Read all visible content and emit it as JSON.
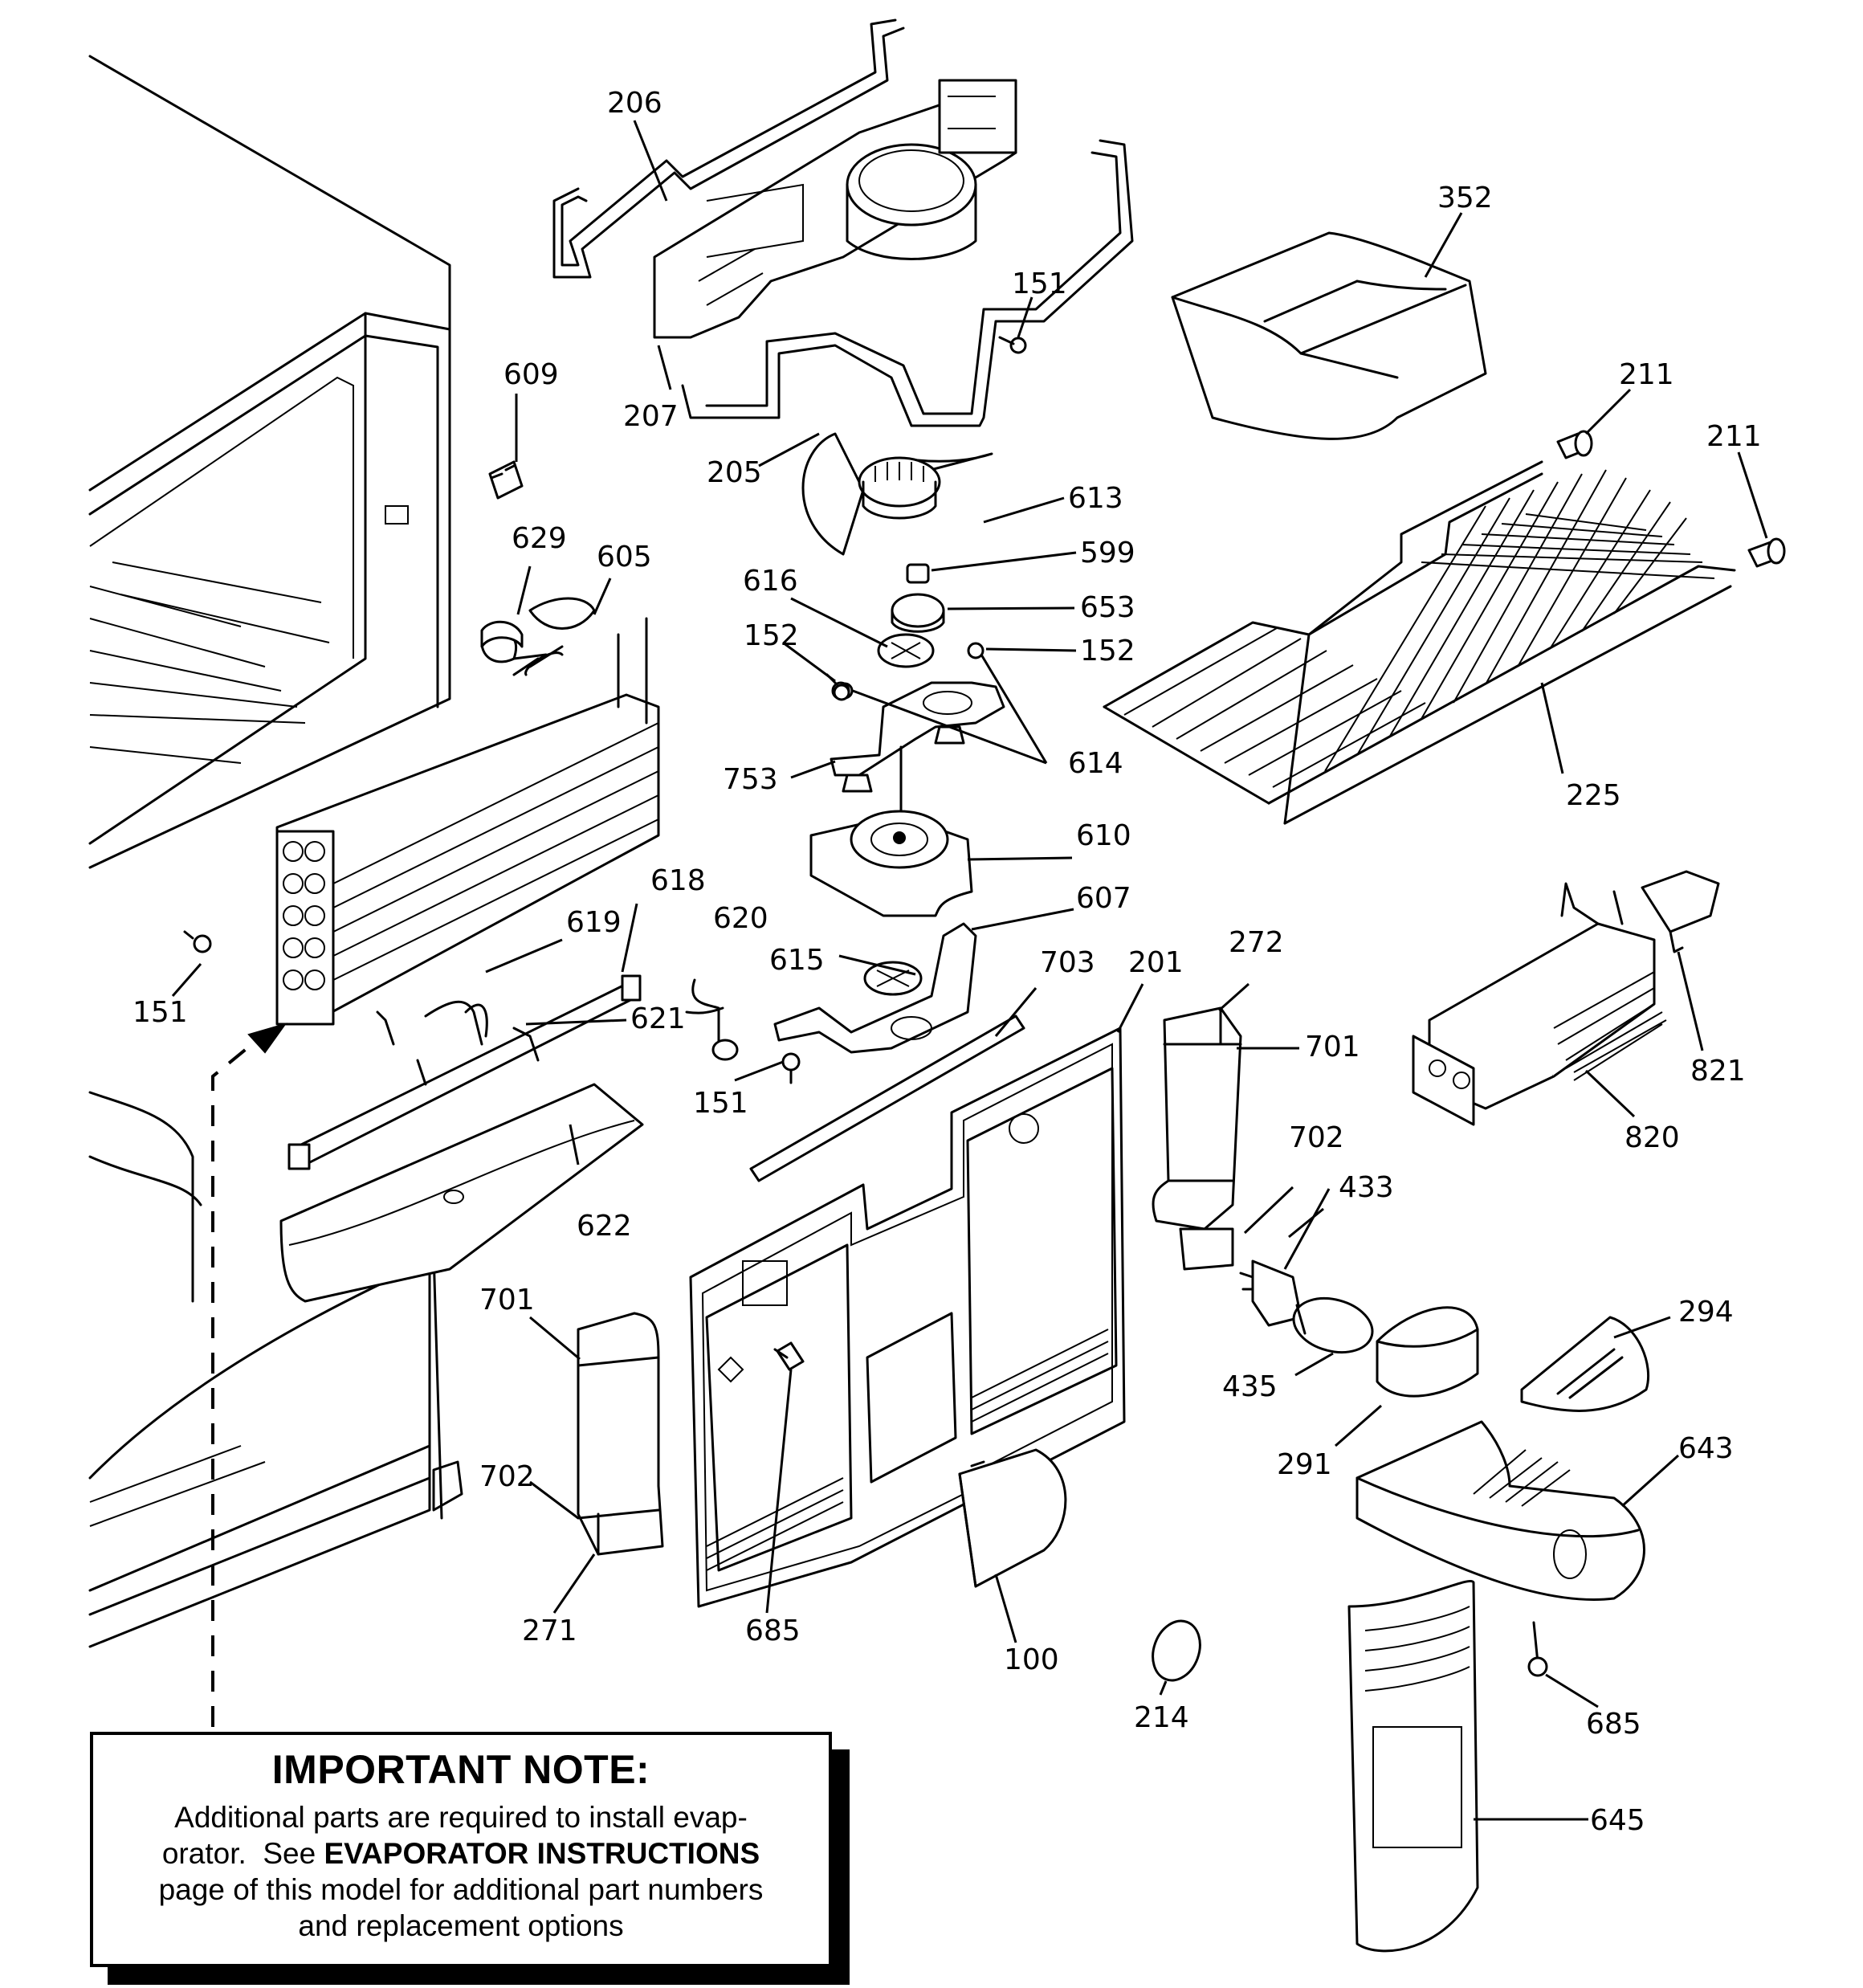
{
  "parts": [
    {
      "label": "206"
    },
    {
      "label": "352"
    },
    {
      "label": "151"
    },
    {
      "label": "609"
    },
    {
      "label": "207"
    },
    {
      "label": "211"
    },
    {
      "label": "211"
    },
    {
      "label": "205"
    },
    {
      "label": "613"
    },
    {
      "label": "629"
    },
    {
      "label": "605"
    },
    {
      "label": "599"
    },
    {
      "label": "616"
    },
    {
      "label": "653"
    },
    {
      "label": "152"
    },
    {
      "label": "152"
    },
    {
      "label": "614"
    },
    {
      "label": "753"
    },
    {
      "label": "225"
    },
    {
      "label": "610"
    },
    {
      "label": "618"
    },
    {
      "label": "619"
    },
    {
      "label": "620"
    },
    {
      "label": "607"
    },
    {
      "label": "615"
    },
    {
      "label": "703"
    },
    {
      "label": "201"
    },
    {
      "label": "272"
    },
    {
      "label": "151"
    },
    {
      "label": "621"
    },
    {
      "label": "701"
    },
    {
      "label": "821"
    },
    {
      "label": "151"
    },
    {
      "label": "820"
    },
    {
      "label": "702"
    },
    {
      "label": "433"
    },
    {
      "label": "622"
    },
    {
      "label": "701"
    },
    {
      "label": "294"
    },
    {
      "label": "435"
    },
    {
      "label": "643"
    },
    {
      "label": "291"
    },
    {
      "label": "702"
    },
    {
      "label": "271"
    },
    {
      "label": "685"
    },
    {
      "label": "100"
    },
    {
      "label": "214"
    },
    {
      "label": "685"
    },
    {
      "label": "645"
    }
  ],
  "note": {
    "title": "IMPORTANT NOTE:",
    "line1": "Additional parts are required to install evap-",
    "line2_pre": "orator.  See ",
    "line2_bold": "EVAPORATOR INSTRUCTIONS",
    "line3": "page of this model for additional part numbers",
    "line4": "and replacement options"
  }
}
